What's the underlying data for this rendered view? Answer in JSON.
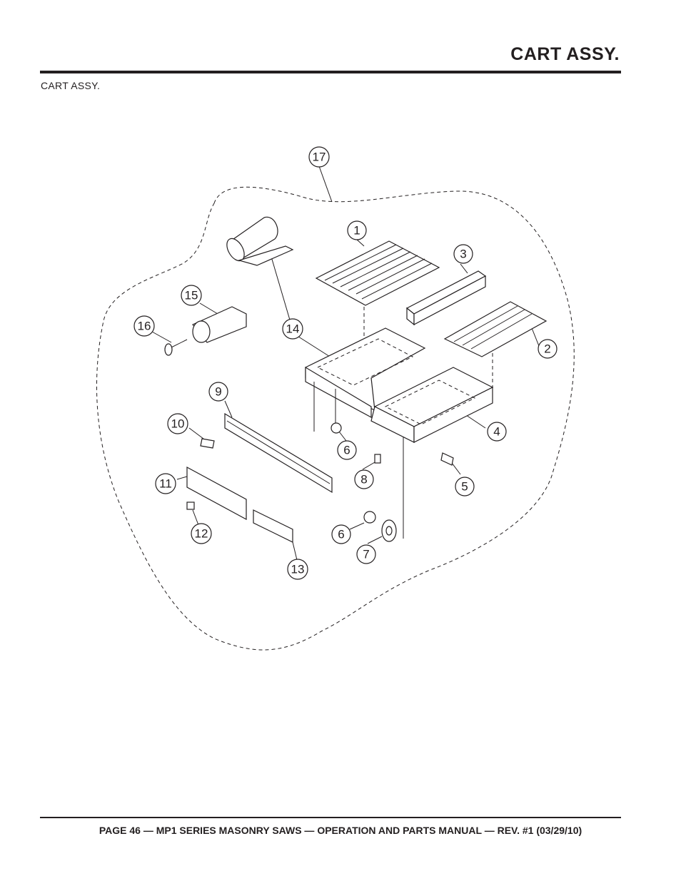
{
  "header": {
    "title": "CART ASSY.",
    "subtitle": "CART ASSY."
  },
  "diagram": {
    "callouts": [
      "17",
      "1",
      "3",
      "15",
      "16",
      "14",
      "2",
      "9",
      "4",
      "10",
      "6",
      "8",
      "5",
      "11",
      "12",
      "6",
      "7",
      "13"
    ]
  },
  "footer": {
    "text": "PAGE 46 — MP1 SERIES MASONRY SAWS — OPERATION AND PARTS MANUAL — REV. #1  (03/29/10)"
  }
}
